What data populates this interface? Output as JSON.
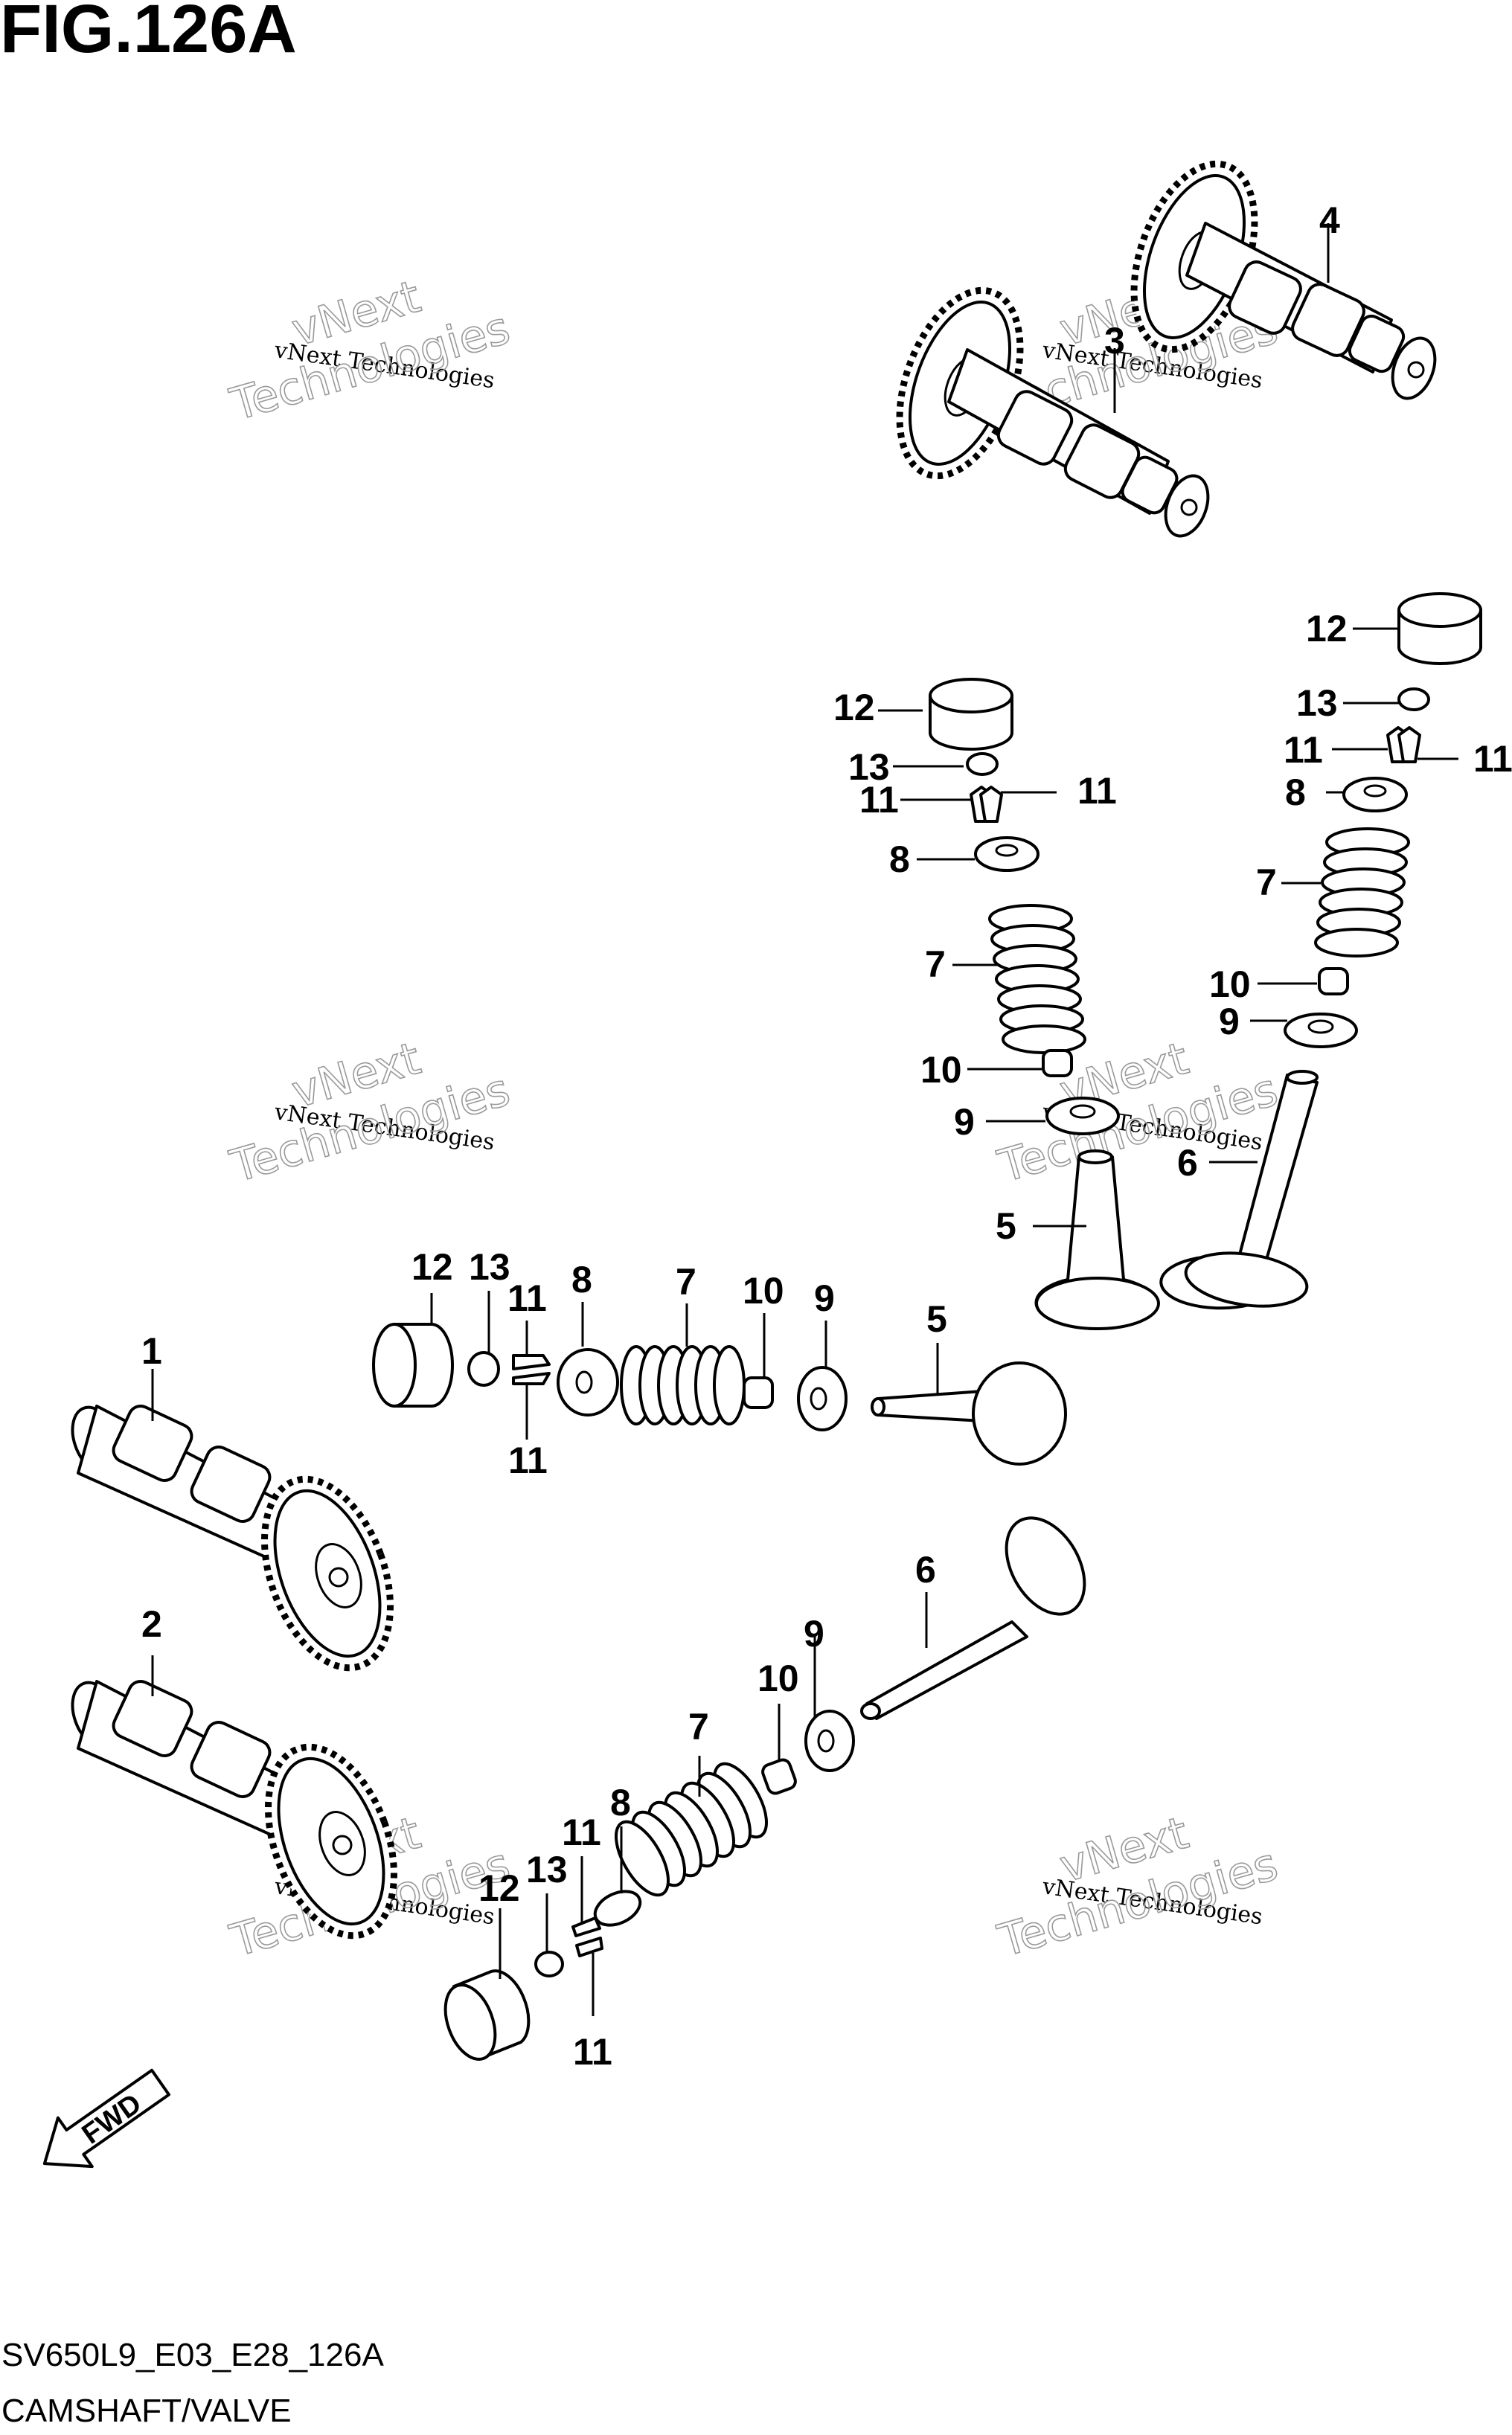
{
  "figure": {
    "title": "FIG.126A",
    "diagram_code": "SV650L9_E03_E28_126A",
    "caption": "CAMSHAFT/VALVE"
  },
  "direction_marker": {
    "label": "FWD",
    "icon": "forward-arrow-icon"
  },
  "watermark": {
    "line": "vNext Technologies",
    "word1": "vNext",
    "word2": "Technologies"
  },
  "callouts": [
    "1",
    "2",
    "3",
    "4",
    "5",
    "5",
    "6",
    "6",
    "7",
    "7",
    "7",
    "7",
    "8",
    "8",
    "8",
    "8",
    "9",
    "9",
    "9",
    "9",
    "10",
    "10",
    "10",
    "10",
    "11",
    "11",
    "11",
    "11",
    "11",
    "11",
    "11",
    "11",
    "12",
    "12",
    "12",
    "12",
    "13",
    "13",
    "13",
    "13"
  ]
}
